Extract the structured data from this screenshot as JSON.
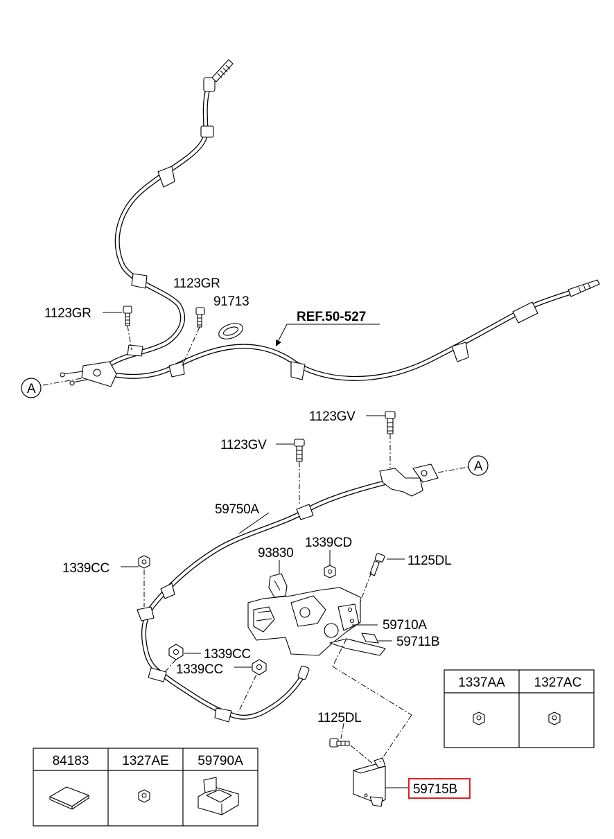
{
  "labels": {
    "front_bolt_left": "1123GR",
    "front_bolt_right": "1123GR",
    "grommet": "91713",
    "ref": "REF.50-527",
    "ref_circle_left": "A",
    "ref_circle_right": "A",
    "bolt_upper": "1123GV",
    "bolt_lower": "1123GV",
    "cable_assy": "59750A",
    "nut_upper_left": "1339CC",
    "clip": "93830",
    "nut_small": "1339CD",
    "bolt_lever": "1125DL",
    "lever_assy": "59710A",
    "pin": "59711B",
    "nut_mid": "1339CC",
    "nut_lower": "1339CC",
    "bolt_bracket": "1125DL",
    "bracket": "59715B"
  },
  "table_left": {
    "headers": [
      "84183",
      "1327AE",
      "59790A"
    ]
  },
  "table_right": {
    "headers": [
      "1337AA",
      "1327AC"
    ]
  },
  "colors": {
    "highlight": "#e02020"
  }
}
